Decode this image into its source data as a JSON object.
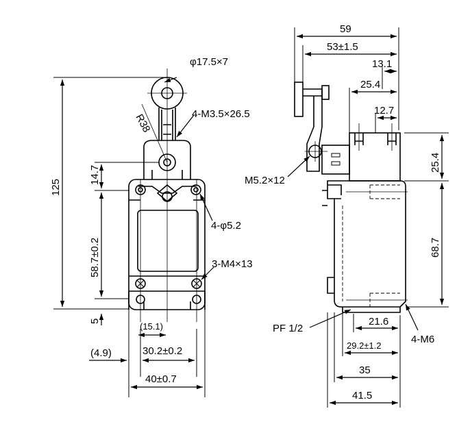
{
  "drawing": {
    "front_view": {
      "dim_top_roller": "φ17.5×7",
      "dim_radius": "R38",
      "dim_lever_screw": "4-M3.5×26.5",
      "dim_overall_height": "125",
      "dim_upper_height": "14.7",
      "dim_body_height": "58.7±0.2",
      "dim_holes": "4-φ5.2",
      "dim_bottom_screws": "3-M4×13",
      "dim_base_offset": "5",
      "dim_hole_offset": "(15.1)",
      "dim_side_offset": "(4.9)",
      "dim_hole_spacing": "30.2±0.2",
      "dim_overall_width": "40±0.7"
    },
    "side_view": {
      "dim_total_depth": "59",
      "dim_roller_depth": "53±1.5",
      "dim_top_offset": "13.1",
      "dim_lever_offset": "25.4",
      "dim_slot_offset": "12.7",
      "dim_head_height": "25.4",
      "dim_lever_screw": "M5.2×12",
      "dim_body_height": "68.7",
      "dim_conduit": "PF 1/2",
      "dim_bottom_offset": "21.6",
      "dim_mount_spacing": "29.2±1.2",
      "dim_mount_screws": "4-M6",
      "dim_body_depth": "35",
      "dim_overall_depth": "41.5"
    }
  }
}
